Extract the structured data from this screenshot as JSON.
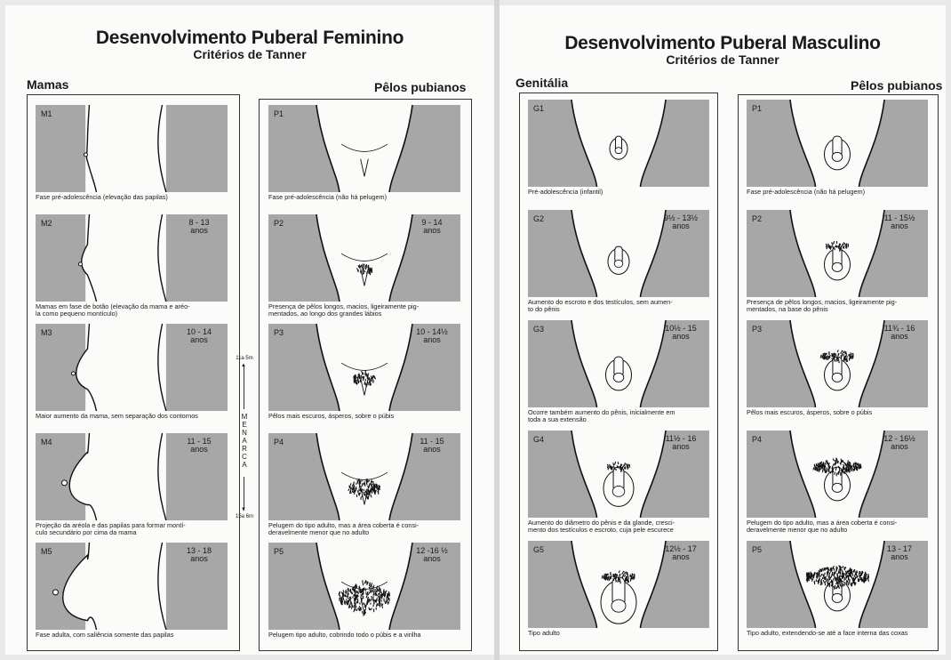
{
  "female": {
    "title": "Desenvolvimento Puberal Feminino",
    "subtitle": "Critérios de Tanner",
    "left_heading": "Mamas",
    "right_heading": "Pêlos pubianos",
    "menarca": {
      "word": "M\nE\nN\nA\nR\nC\nA",
      "top_age": "11a 5m",
      "bottom_age": "15a 6m"
    },
    "mamas": [
      {
        "code": "M1",
        "age": "",
        "caption": "Fase pré-adolescência (elevação das papilas)"
      },
      {
        "code": "M2",
        "age": "8 - 13\nanos",
        "caption": "Mamas em fase de botão (elevação da mama e aréo-\nla como pequeno montículo)"
      },
      {
        "code": "M3",
        "age": "10 - 14\nanos",
        "caption": "Maior aumento da mama, sem separação dos contornos"
      },
      {
        "code": "M4",
        "age": "11 - 15\nanos",
        "caption": "Projeção da aréola e das papilas para formar montí-\nculo secundário por cima da mama"
      },
      {
        "code": "M5",
        "age": "13 - 18\nanos",
        "caption": "Fase adulta, com saliência somente das papilas"
      }
    ],
    "pelos": [
      {
        "code": "P1",
        "age": "",
        "caption": "Fase pré-adolescência (não há pelugem)"
      },
      {
        "code": "P2",
        "age": "9 - 14\nanos",
        "caption": "Presença de pêlos longos, macios, ligeiramente pig-\nmentados, ao longo dos grandes lábios"
      },
      {
        "code": "P3",
        "age": "10 - 14½\nanos",
        "caption": "Pêlos mais escuros, ásperos, sobre o púbis"
      },
      {
        "code": "P4",
        "age": "11 - 15\nanos",
        "caption": "Pelugem do tipo adulto, mas a área coberta é consi-\nderavelmente menor que no adulto"
      },
      {
        "code": "P5",
        "age": "12 -16 ½\nanos",
        "caption": "Pelugem tipo adulto, cobrindo todo o púbis e a virilha"
      }
    ]
  },
  "male": {
    "title": "Desenvolvimento Puberal Masculino",
    "subtitle": "Critérios de Tanner",
    "left_heading": "Genitália",
    "right_heading": "Pêlos pubianos",
    "genitalia": [
      {
        "code": "G1",
        "age": "",
        "caption": "Pré-adolescência (infantil)"
      },
      {
        "code": "G2",
        "age": "9½ - 13½\nanos",
        "caption": "Aumento do escroto e dos testículos, sem aumen-\nto do pênis"
      },
      {
        "code": "G3",
        "age": "10½ - 15\nanos",
        "caption": "Ocorre também aumento do pênis, inicialmente em\ntoda a sua extensão"
      },
      {
        "code": "G4",
        "age": "11½ - 16\nanos",
        "caption": "Aumento do diâmetro do pênis e da glande, cresci-\nmento dos testículos e escroto, cuja pele escurece"
      },
      {
        "code": "G5",
        "age": "12½ - 17\nanos",
        "caption": "Tipo adulto"
      }
    ],
    "pelos": [
      {
        "code": "P1",
        "age": "",
        "caption": "Fase pré-adolescência (não há pelugem)"
      },
      {
        "code": "P2",
        "age": "11 - 15½\nanos",
        "caption": "Presença de pêlos longos, macios, ligeiramente pig-\nmentados, na base do pênis"
      },
      {
        "code": "P3",
        "age": "11¾ - 16\nanos",
        "caption": "Pêlos mais escuros, ásperos, sobre o púbis"
      },
      {
        "code": "P4",
        "age": "12 - 16½\nanos",
        "caption": "Pelugem do tipo adulto, mas a área coberta é consi-\nderavelmente menor que no adulto"
      },
      {
        "code": "P5",
        "age": "13 - 17\nanos",
        "caption": "Tipo adulto, extendendo-se até a face interna das coxas"
      }
    ]
  }
}
